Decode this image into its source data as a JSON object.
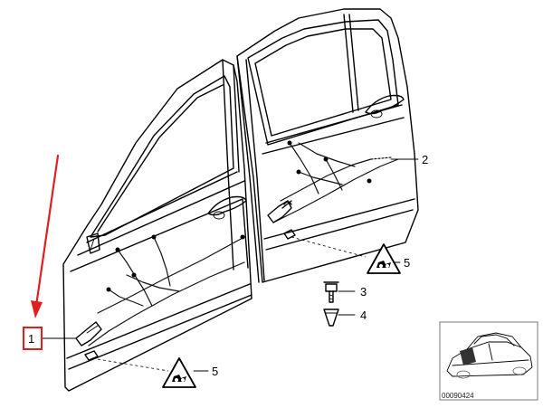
{
  "callouts": {
    "c1": "1",
    "c2": "2",
    "c3": "3",
    "c4": "4",
    "c5a": "5",
    "c5b": "5"
  },
  "thumbnail": {
    "code": "00090424"
  },
  "colors": {
    "line": "#000000",
    "highlight": "#e02020",
    "background": "#ffffff"
  },
  "icons": [
    "warning-triangle-icon",
    "arrow-pointer-icon",
    "screw-icon",
    "clip-icon",
    "car-thumbnail-icon"
  ]
}
